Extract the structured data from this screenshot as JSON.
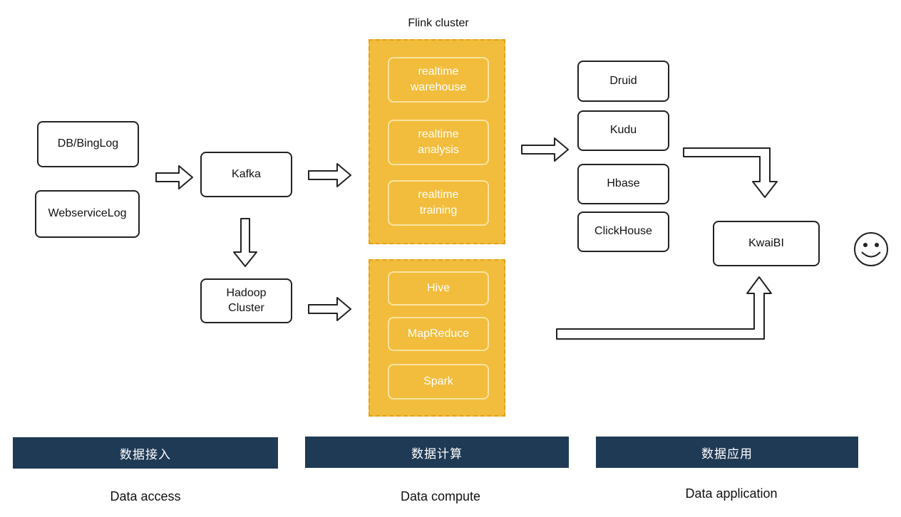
{
  "flink_cluster_label": "Flink cluster",
  "sources": [
    "DB/BingLog",
    "WebserviceLog"
  ],
  "kafka": "Kafka",
  "hadoop": "Hadoop\nCluster",
  "flink_jobs": [
    "realtime\nwarehouse",
    "realtime\nanalysis",
    "realtime\ntraining"
  ],
  "batch_jobs": [
    "Hive",
    "MapReduce",
    "Spark"
  ],
  "stores": [
    "Druid",
    "Kudu",
    "Hbase",
    "ClickHouse"
  ],
  "bi": "KwaiBI",
  "smiley": "smiley-face",
  "sections": [
    {
      "cn": "数据接入",
      "en": "Data access"
    },
    {
      "cn": "数据计算",
      "en": "Data compute"
    },
    {
      "cn": "数据应用",
      "en": "Data application"
    }
  ],
  "colors": {
    "cluster_fill": "#f2bd3c",
    "section_bar": "#1f3a55"
  }
}
